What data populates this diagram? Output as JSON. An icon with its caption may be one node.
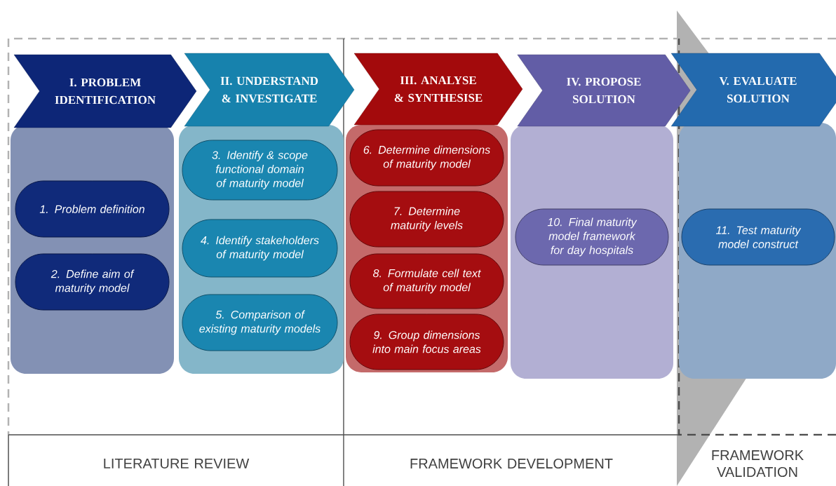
{
  "diagram": {
    "nodes": [
      {
        "text": [
          "I. PROBLEM IDENTIFICATION"
        ]
      },
      {
        "text": [],
        "shape": "box"
      },
      {
        "text": [
          "1. Problem definition"
        ],
        "in": 1
      },
      {
        "text": [
          "2. Define aim of maturity model"
        ],
        "in": 1
      },
      {
        "text": [
          "II. UNDERSTAND & INVESTIGATE"
        ]
      },
      {
        "text": [],
        "shape": "box"
      },
      {
        "text": [
          "3. Identify & scope functional domain of maturity model"
        ],
        "in": 5
      },
      {
        "text": [
          "4. Identify stakeholders of maturity model"
        ],
        "in": 5
      },
      {
        "text": [
          "5. Comparison of existing maturity models"
        ],
        "in": 5
      },
      {
        "text": [
          "III. ANALYSE & SYNTHESISE"
        ]
      },
      {
        "text": [],
        "shape": "box"
      },
      {
        "text": [
          "6. Determine dimensions of maturity model"
        ],
        "in": 10
      },
      {
        "text": [
          "7. Determine maturity levels"
        ],
        "in": 10
      },
      {
        "text": [
          "8. Formulate cell text of maturity model"
        ],
        "in": 10
      },
      {
        "text": [
          "9. Group dimensions into main focus areas"
        ],
        "in": 10
      },
      {
        "text": [
          "IV. PROPOSE SOLUTION"
        ]
      },
      {
        "text": [],
        "shape": "box"
      },
      {
        "text": [
          "10. Final maturity model framework for day hospitals"
        ],
        "in": 16
      },
      {
        "text": [
          "V. EVALUATE SOLUTION"
        ]
      },
      {
        "text": [],
        "shape": "box"
      },
      {
        "text": [
          "11. Test maturity model construct"
        ],
        "in": 19
      }
    ],
    "labels": [
      "LITERATURE REVIEW",
      "FRAMEWORK DEVELOPMENT",
      "FRAMEWORK VALIDATION"
    ]
  }
}
